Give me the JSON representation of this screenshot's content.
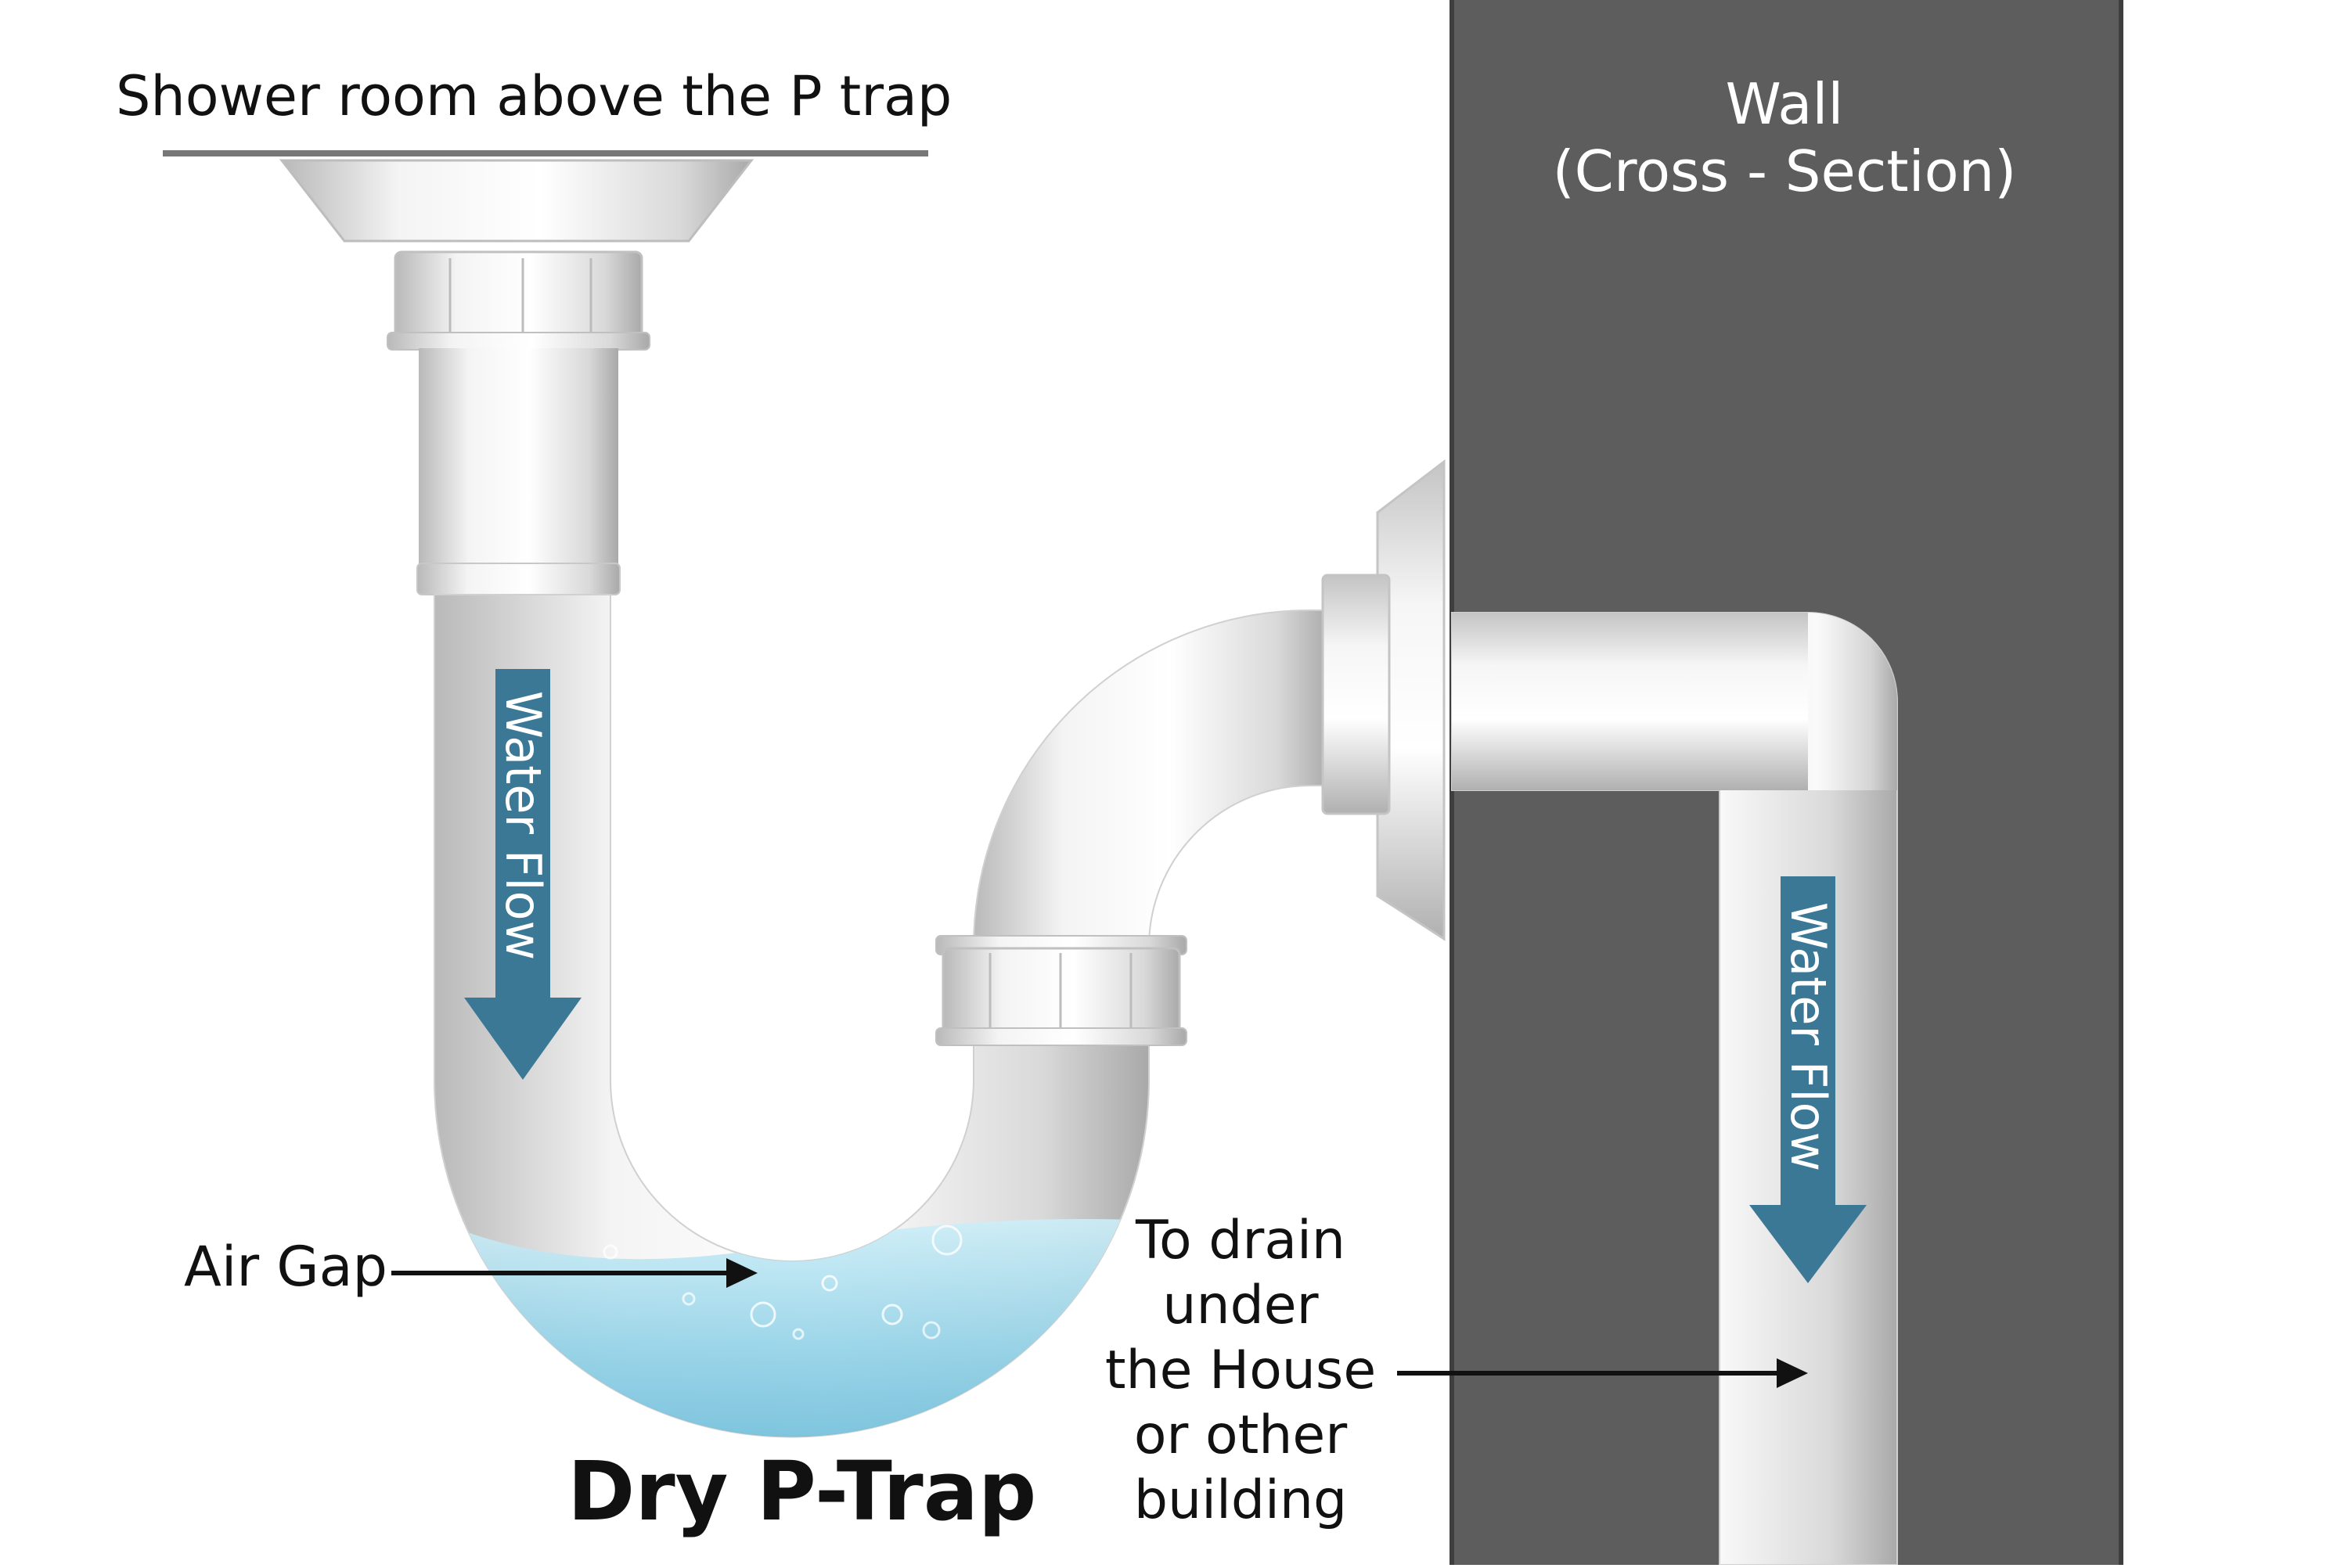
{
  "diagram": {
    "title": "Dry P-Trap",
    "shower_label": "Shower room above the P trap",
    "wall_label_line1": "Wall",
    "wall_label_line2": "(Cross - Section)",
    "flow_label_left": "Water Flow",
    "flow_label_right": "Water Flow",
    "air_gap_label": "Air Gap",
    "drain_label": [
      "To drain",
      "under",
      "the House",
      "or other",
      "building"
    ]
  },
  "colors": {
    "wall": "#5d5d5d",
    "arrow": "#3b7896",
    "water": "#8fd0e6",
    "pipe": "#eeeeee",
    "text": "#111111"
  }
}
